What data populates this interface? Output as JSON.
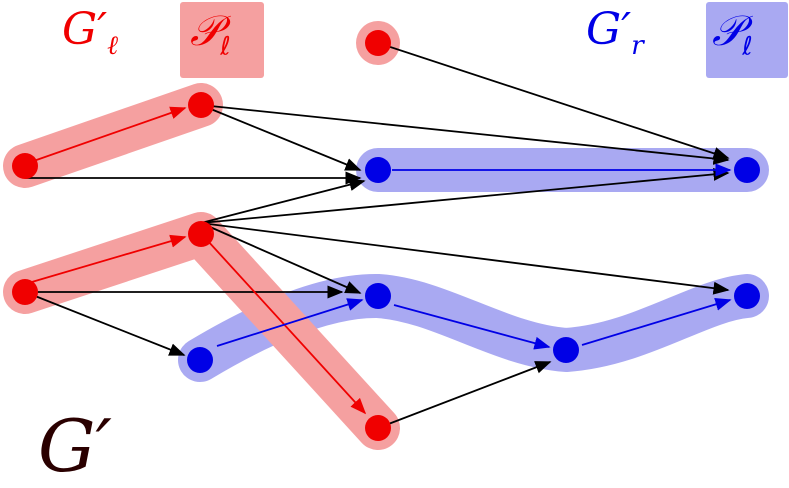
{
  "labels": {
    "g_left": "G′",
    "g_left_sub": "ℓ",
    "p_left": "𝒫",
    "p_left_sub": "ℓ",
    "g_right": "G′",
    "g_right_sub": "r",
    "p_right": "𝒫",
    "p_right_sub": "ℓ",
    "g_prime": "G′"
  },
  "colors": {
    "red": "#f00000",
    "red_highlight": "#f5a0a0",
    "blue": "#0000e6",
    "blue_highlight": "#a9a9f2",
    "black": "#000000",
    "g_prime_text": "#2a0000"
  },
  "nodes": [
    {
      "id": "r_top",
      "color": "red",
      "highlight": "red"
    },
    {
      "id": "r1",
      "color": "red"
    },
    {
      "id": "r2",
      "color": "red"
    },
    {
      "id": "r3",
      "color": "red"
    },
    {
      "id": "r4",
      "color": "red"
    },
    {
      "id": "r_bottom",
      "color": "red"
    },
    {
      "id": "b1",
      "color": "blue"
    },
    {
      "id": "b2",
      "color": "blue"
    },
    {
      "id": "b3",
      "color": "blue"
    },
    {
      "id": "b4",
      "color": "blue"
    },
    {
      "id": "b5",
      "color": "blue"
    },
    {
      "id": "b6",
      "color": "blue"
    }
  ]
}
